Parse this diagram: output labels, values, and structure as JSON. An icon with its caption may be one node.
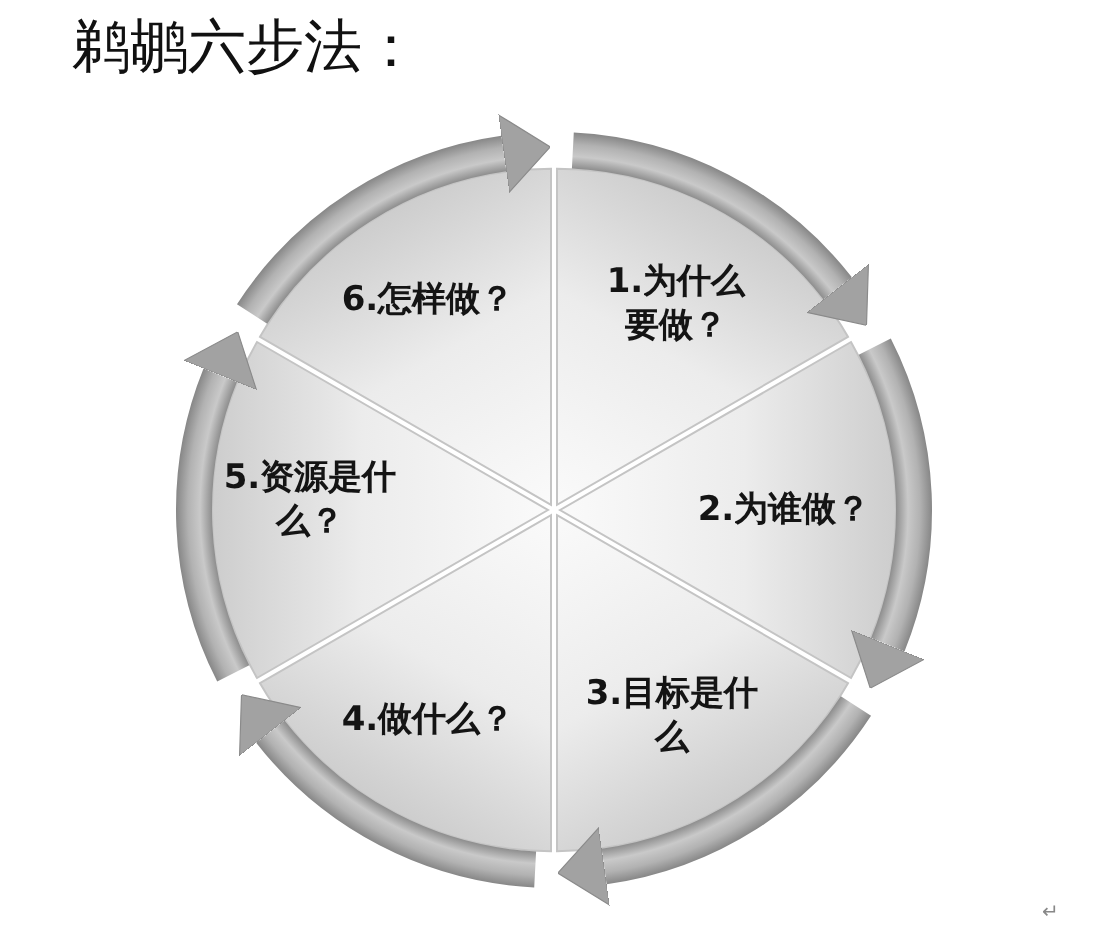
{
  "diagram": {
    "title": "鹈鹕六步法：",
    "nodes": [
      {
        "text": [
          "1.为什么要做？"
        ]
      },
      {
        "text": [
          "2.为谁做？"
        ]
      },
      {
        "text": [
          "3.目标是什么"
        ]
      },
      {
        "text": [
          "4.做什么？"
        ]
      },
      {
        "text": [
          "5.资源是什么？"
        ]
      },
      {
        "text": [
          "6.怎样做？"
        ]
      }
    ],
    "edges": [
      {
        "from": 0,
        "to": 1,
        "arrow": "to"
      },
      {
        "from": 1,
        "to": 2,
        "arrow": "to"
      },
      {
        "from": 2,
        "to": 3,
        "arrow": "to"
      },
      {
        "from": 3,
        "to": 4,
        "arrow": "to"
      },
      {
        "from": 4,
        "to": 5,
        "arrow": "to"
      },
      {
        "from": 5,
        "to": 0,
        "arrow": "to"
      }
    ],
    "labels": [
      "↵"
    ]
  }
}
